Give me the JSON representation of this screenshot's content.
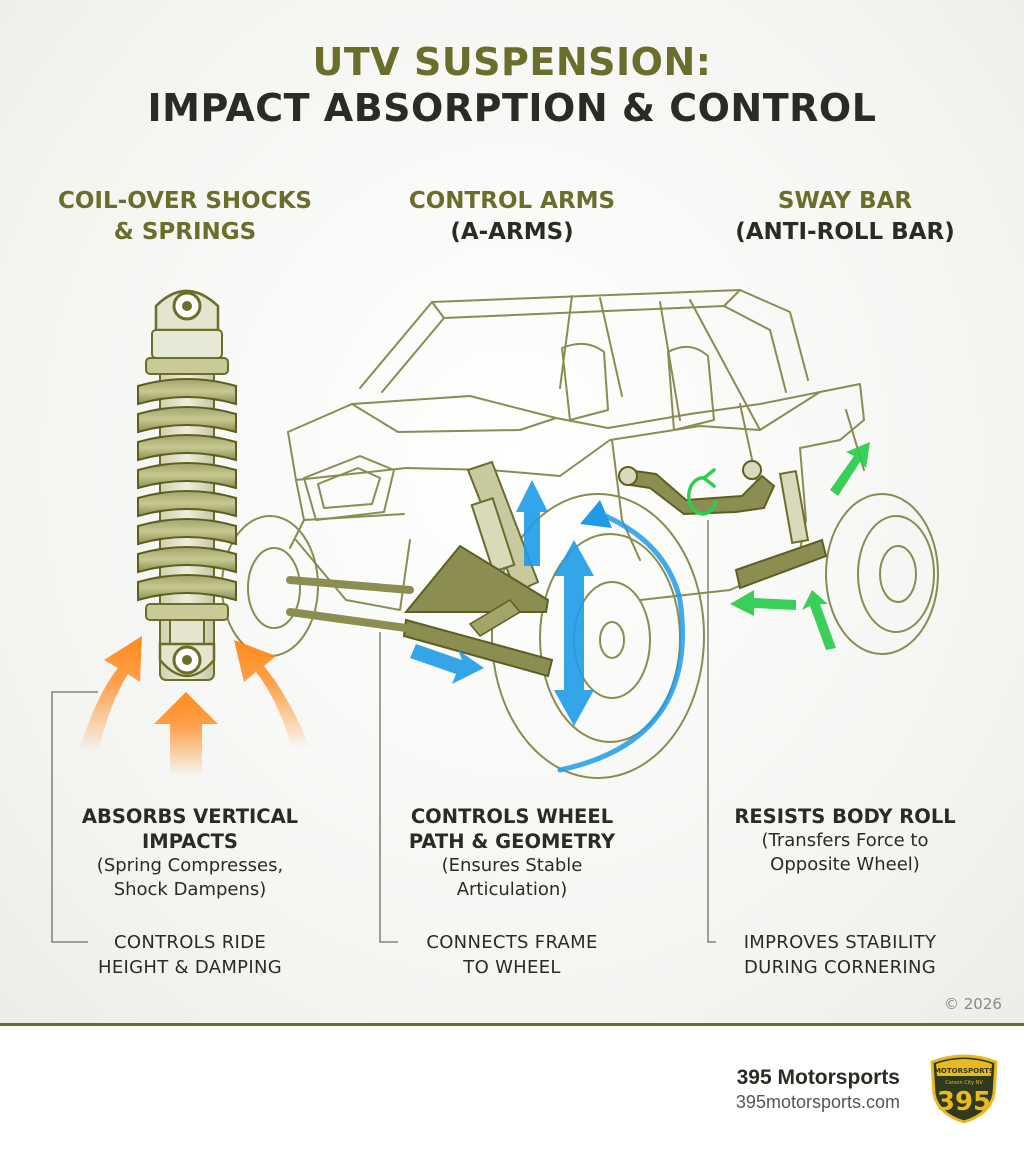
{
  "title": {
    "line1": "UTV SUSPENSION:",
    "line2": "IMPACT ABSORPTION & CONTROL"
  },
  "columns": [
    {
      "heading_main": "COIL-OVER SHOCKS",
      "heading_sub": "& SPRINGS",
      "desc_title": [
        "ABSORBS VERTICAL",
        "IMPACTS"
      ],
      "desc_body": [
        "(Spring Compresses,",
        "Shock Dampens)"
      ],
      "footer": [
        "CONTROLS RIDE",
        "HEIGHT & DAMPING"
      ]
    },
    {
      "heading_main": "CONTROL ARMS",
      "heading_sub": "(A-ARMS)",
      "desc_title": [
        "CONTROLS WHEEL",
        "PATH & GEOMETRY"
      ],
      "desc_body": [
        "(Ensures Stable",
        "Articulation)"
      ],
      "footer": [
        "CONNECTS FRAME",
        "TO WHEEL"
      ]
    },
    {
      "heading_main": "SWAY BAR",
      "heading_sub": "(ANTI-ROLL BAR)",
      "desc_title": [
        "RESISTS BODY ROLL"
      ],
      "desc_body": [
        "(Transfers Force to",
        "Opposite Wheel)"
      ],
      "footer": [
        "IMPROVES STABILITY",
        "DURING CORNERING"
      ]
    }
  ],
  "copyright": "© 2026",
  "brand": {
    "name": "395 Motorsports",
    "url": "395motorsports.com",
    "badge_top": "MOTORSPORTS",
    "badge_mid": "Carson City NV",
    "badge_number": "395"
  },
  "colors": {
    "olive": "#6b6d2a",
    "dark": "#2b2b26",
    "arrow_orange": "#ff8a1e",
    "arrow_blue": "#1f9be8",
    "arrow_green": "#2ecc4f"
  },
  "icons": [
    "coil-over-shock-icon",
    "utv-vehicle-icon",
    "a-arm-icon",
    "sway-bar-icon",
    "route-shield-icon"
  ]
}
